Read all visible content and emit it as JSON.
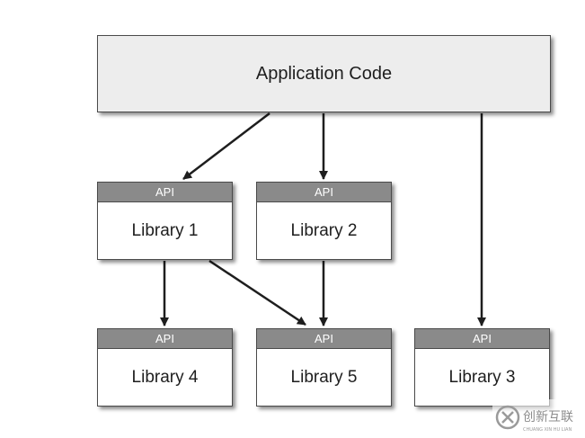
{
  "application": {
    "label": "Application Code"
  },
  "api_label": "API",
  "libraries": [
    {
      "id": "lib1",
      "label": "Library 1"
    },
    {
      "id": "lib2",
      "label": "Library 2"
    },
    {
      "id": "lib4",
      "label": "Library 4"
    },
    {
      "id": "lib5",
      "label": "Library 5"
    },
    {
      "id": "lib3",
      "label": "Library 3"
    }
  ],
  "edges": [
    {
      "from": "application",
      "to": "lib1"
    },
    {
      "from": "application",
      "to": "lib2"
    },
    {
      "from": "application",
      "to": "lib3"
    },
    {
      "from": "lib1",
      "to": "lib4"
    },
    {
      "from": "lib1",
      "to": "lib5"
    },
    {
      "from": "lib2",
      "to": "lib5"
    }
  ],
  "watermark": {
    "text": "创新互联",
    "subtext": "CHUANG XIN HU LIAN"
  },
  "colors": {
    "app_fill": "#ededed",
    "api_bar": "#8a8a8a",
    "arrow": "#1e1e1e"
  }
}
